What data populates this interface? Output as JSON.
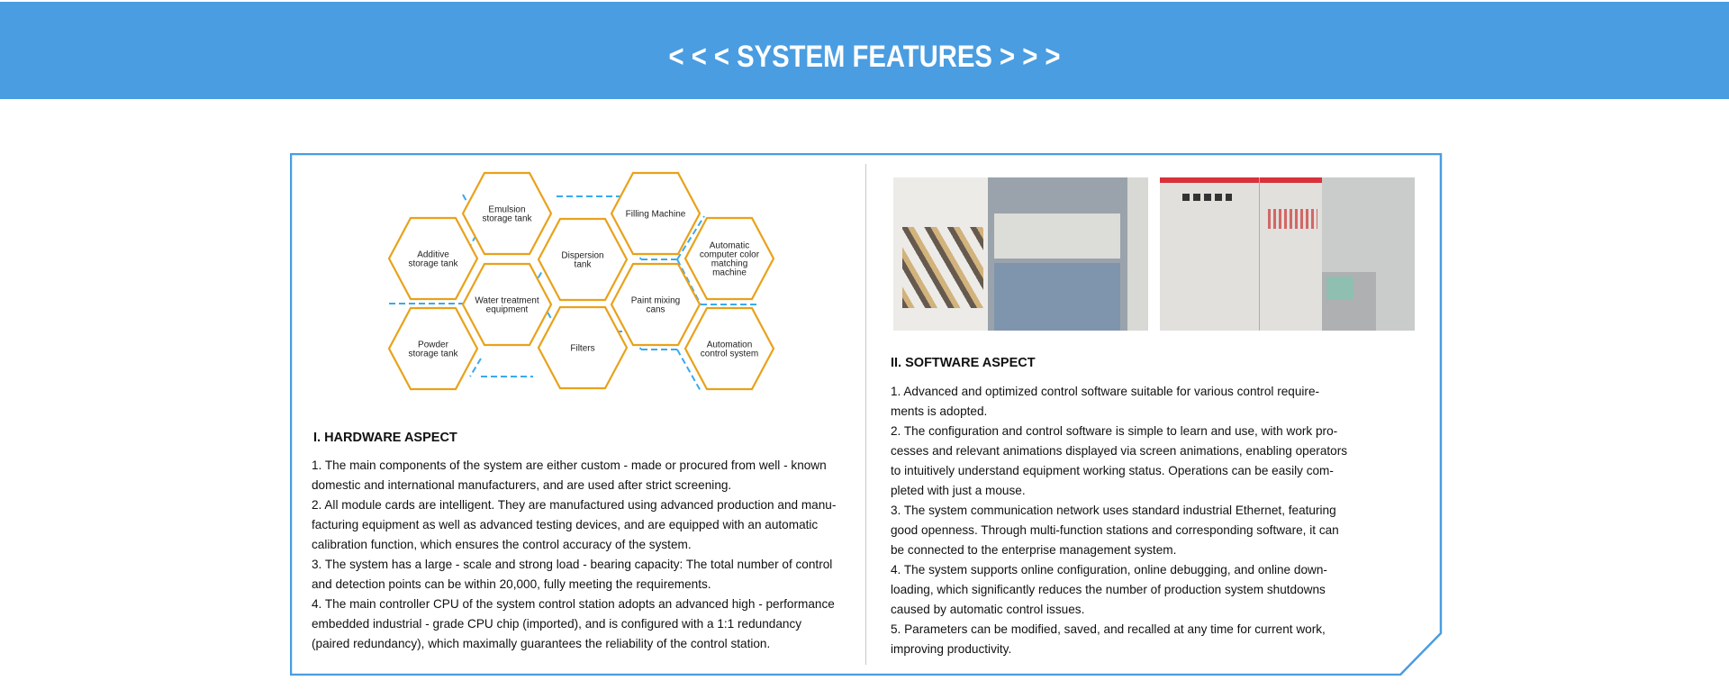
{
  "banner": {
    "title": "< < < SYSTEM FEATURES > > >",
    "color": "#4a9de1"
  },
  "colors": {
    "hex_border": "#e8a21b",
    "dash": "#38aaf0",
    "frame": "#4a9de1"
  },
  "diagram": {
    "hexagons": [
      {
        "id": "additive",
        "lines": [
          "Additive",
          "storage tank"
        ]
      },
      {
        "id": "powder",
        "lines": [
          "Powder",
          "storage tank"
        ]
      },
      {
        "id": "emulsion",
        "lines": [
          "Emulsion",
          "storage tank"
        ]
      },
      {
        "id": "water",
        "lines": [
          "Water treatment",
          "equipment"
        ]
      },
      {
        "id": "dispersion",
        "lines": [
          "Dispersion",
          "tank"
        ]
      },
      {
        "id": "filters",
        "lines": [
          "Filters"
        ]
      },
      {
        "id": "filling",
        "lines": [
          "Filling Machine"
        ]
      },
      {
        "id": "paint",
        "lines": [
          "Paint mixing",
          "cans"
        ]
      },
      {
        "id": "color",
        "lines": [
          "Automatic",
          "computer color",
          "matching",
          "machine"
        ]
      },
      {
        "id": "automation",
        "lines": [
          "Automation",
          "control system"
        ]
      }
    ]
  },
  "hardware": {
    "heading": "I. HARDWARE ASPECT",
    "lines": [
      "1. The main components of the system are either custom - made or procured from well - known",
      "domestic and international manufacturers, and are used after strict screening.",
      "2. All module cards are intelligent. They are manufactured using advanced production and manu-",
      "facturing equipment as well as advanced testing devices, and are equipped with an automatic",
      "calibration function, which ensures the control accuracy of the system.",
      "3. The system has a large - scale and strong load - bearing capacity: The total number of control",
      "and detection points can be within 20,000, fully meeting the requirements.",
      "4. The main controller CPU of the system control station adopts an advanced high - performance",
      "embedded industrial - grade CPU chip (imported), and is configured with a 1:1 redundancy",
      "(paired redundancy), which maximally guarantees the reliability of the control station."
    ]
  },
  "software": {
    "heading": "II. SOFTWARE ASPECT",
    "lines": [
      "1. Advanced and optimized control software suitable for various control require-",
      "ments is adopted.",
      "2. The configuration and control software is simple to learn and use, with work pro-",
      "cesses and relevant animations displayed via screen animations, enabling operators",
      "to intuitively understand equipment working status. Operations can be easily com-",
      "pleted with just a mouse.",
      "3. The system communication network uses standard industrial Ethernet, featuring",
      "good openness. Through multi-function stations and corresponding software, it can",
      "be connected to the enterprise management system.",
      "4. The system supports online configuration, online debugging, and online down-",
      "loading, which significantly reduces the number of production system shutdowns",
      "caused by automatic control issues.",
      "5. Parameters can be modified, saved, and recalled at any time for current work,",
      "improving productivity."
    ]
  }
}
